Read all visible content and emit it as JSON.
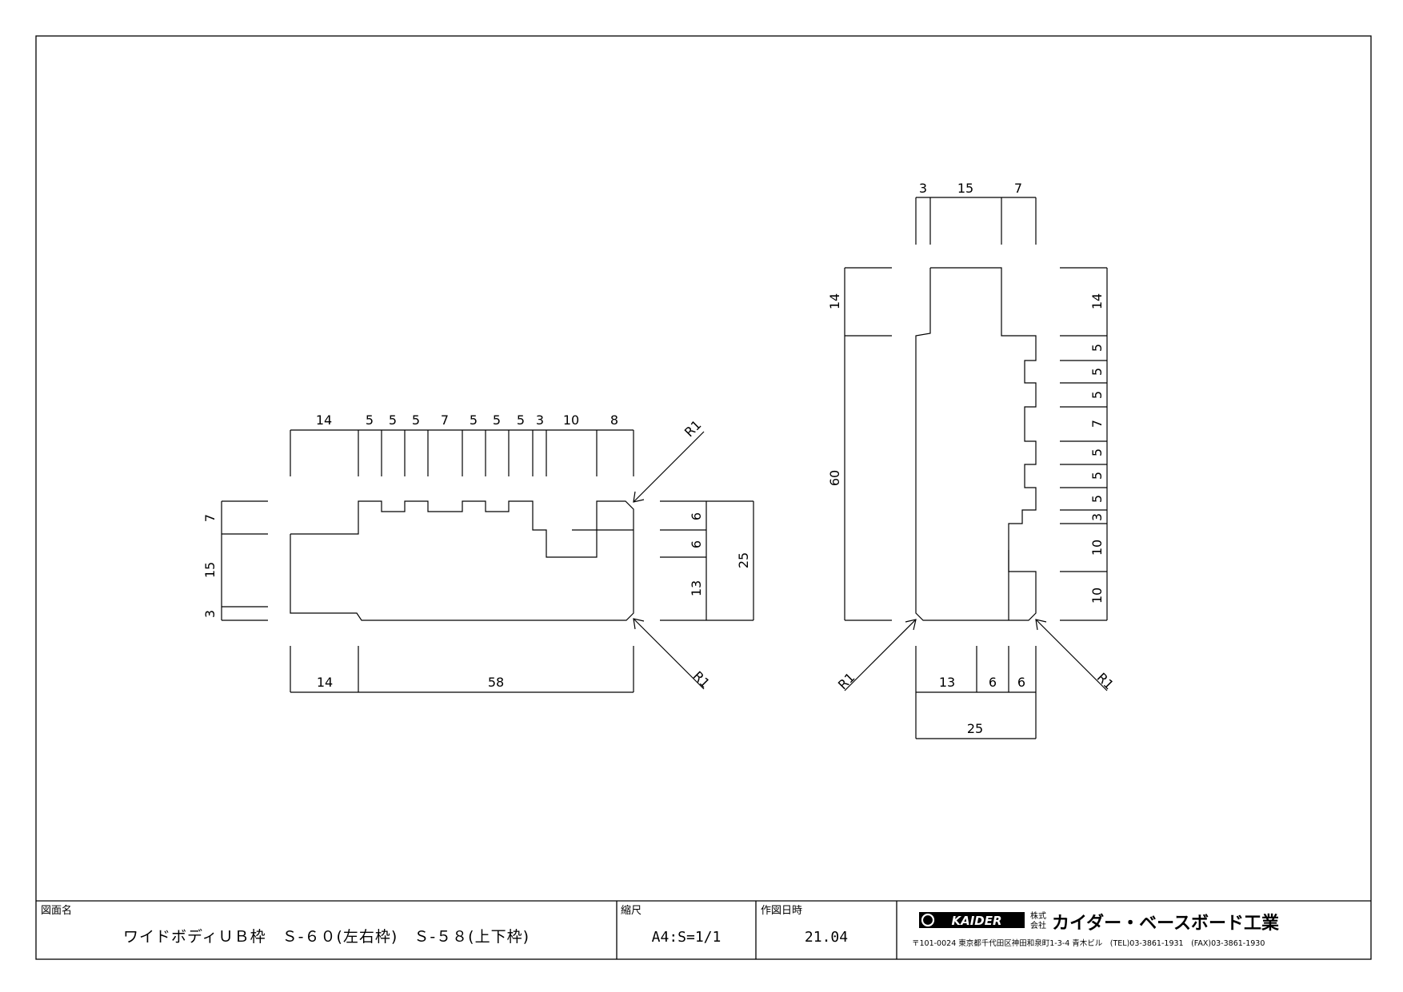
{
  "title_block": {
    "drawing_name_label": "図面名",
    "drawing_name": "ワイドボディＵＢ枠　Ｓ-６０(左右枠)　Ｓ-５８(上下枠)",
    "scale_label": "縮尺",
    "scale_value": "A4:S=1/1",
    "date_label": "作図日時",
    "date_value": "21.04",
    "company": {
      "logo_text": "KAIDER",
      "kabushiki_top": "株式",
      "kabushiki_bottom": "会社",
      "name": "カイダー・ベースボード工業",
      "address": "〒101-0024 東京都千代田区神田和泉町1-3-4 青木ビル　(TEL)03-3861-1931　(FAX)03-3861-1930"
    }
  },
  "left_view": {
    "top_dims": [
      "14",
      "5",
      "5",
      "5",
      "7",
      "5",
      "5",
      "5",
      "3",
      "10",
      "8"
    ],
    "left_dims": [
      "7",
      "15",
      "3"
    ],
    "right_dims": [
      "6",
      "6",
      "13"
    ],
    "right_total": "25",
    "bottom_dims": [
      "14",
      "58"
    ],
    "radius_labels": [
      "R1",
      "R1"
    ]
  },
  "right_view": {
    "top_dims": [
      "3",
      "15",
      "7"
    ],
    "left_dims": [
      "14",
      "60"
    ],
    "right_dims": [
      "14",
      "5",
      "5",
      "5",
      "7",
      "5",
      "5",
      "5",
      "3",
      "10",
      "10"
    ],
    "bottom_dims": [
      "13",
      "6",
      "6"
    ],
    "bottom_total": "25",
    "radius_labels": [
      "R1",
      "R1"
    ]
  }
}
